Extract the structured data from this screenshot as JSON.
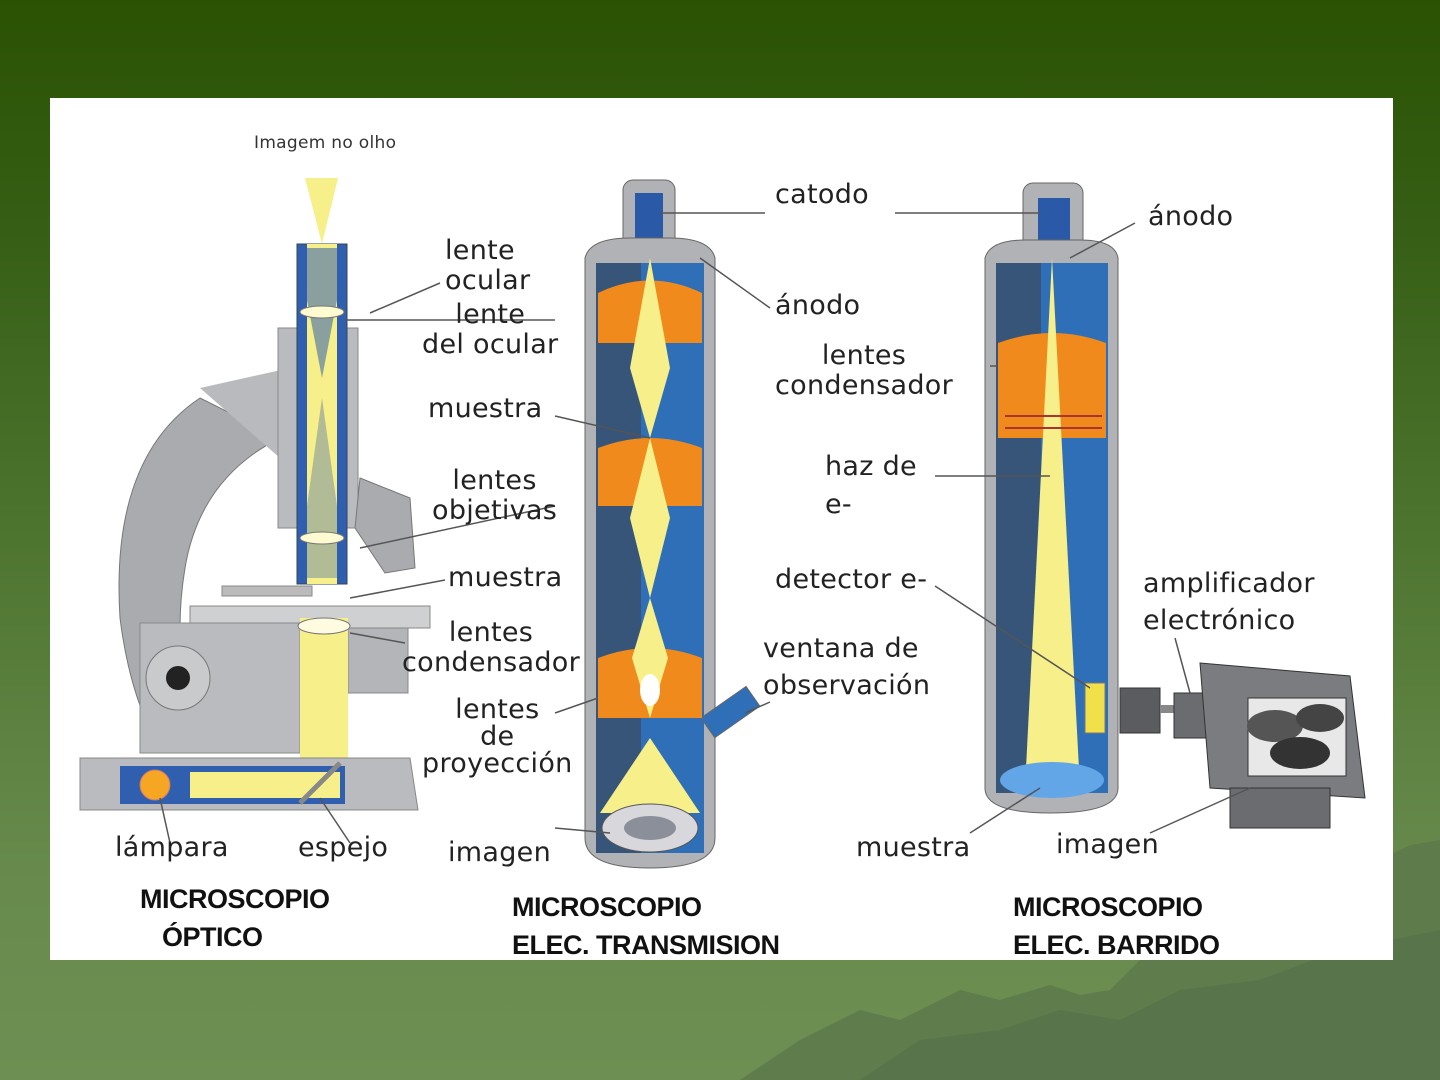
{
  "slide": {
    "background_colors": {
      "top": "#2b5203",
      "bottom": "#6e8f53",
      "mountains": "#5c7a4a"
    },
    "panel_color": "#ffffff"
  },
  "diagram": {
    "optical": {
      "title_line1": "MICROSCOPIO",
      "title_line2": "ÓPTICO",
      "labels": {
        "eye_image": "Imagem no olho",
        "ocular_lens": "lente\nocular",
        "ocular_lens2": "lente\ndel ocular",
        "sample_top": "muestra",
        "objective_lenses": "lentes\nobjetivas",
        "sample": "muestra",
        "condenser_lenses": "lentes\ncondensador",
        "lamp": "lámpara",
        "mirror": "espejo"
      }
    },
    "tem": {
      "title_line1": "MICROSCOPIO",
      "title_line2": "ELEC. TRANSMISION",
      "labels": {
        "projection_lenses": "lentes\nde\nproyección",
        "image": "imagen",
        "cathode": "catodo",
        "anode": "ánodo",
        "condenser_lenses": "lentes\ncondensador",
        "beam": "haz de\ne-",
        "viewing_window": "ventana de\nobservación"
      }
    },
    "sem": {
      "title_line1": "MICROSCOPIO",
      "title_line2": "ELEC. BARRIDO",
      "labels": {
        "anode": "ánodo",
        "detector": "detector e-",
        "amplifier": "amplificador\nelectrónico",
        "sample": "muestra",
        "image": "imagen"
      }
    },
    "colors": {
      "lens_orange": "#f08a1c",
      "beam_yellow": "#f7ef8a",
      "column_blue": "#2f6fb8",
      "column_dark": "#3a4a5e",
      "body_gray": "#b9bbbe"
    }
  }
}
